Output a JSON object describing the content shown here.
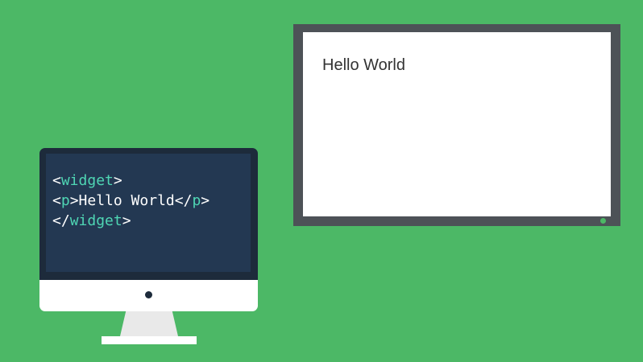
{
  "editor": {
    "lines": [
      {
        "open": "<",
        "tag": "widget",
        "close": ">",
        "text": "",
        "open2": "",
        "tag2": "",
        "close2": ""
      },
      {
        "open": "<",
        "tag": "p",
        "close": ">",
        "text": "Hello World",
        "open2": "</",
        "tag2": "p",
        "close2": ">"
      },
      {
        "open": "</",
        "tag": "widget",
        "close": ">",
        "text": "",
        "open2": "",
        "tag2": "",
        "close2": ""
      }
    ]
  },
  "display": {
    "text": "Hello World"
  },
  "colors": {
    "background": "#4cb866",
    "code_tag": "#4fd6b4",
    "code_text": "#ffffff",
    "code_screen": "#233852",
    "tv_bezel": "#4d5257"
  },
  "icons": {
    "camera": "monitor-camera-icon",
    "power_led": "power-led-icon"
  }
}
